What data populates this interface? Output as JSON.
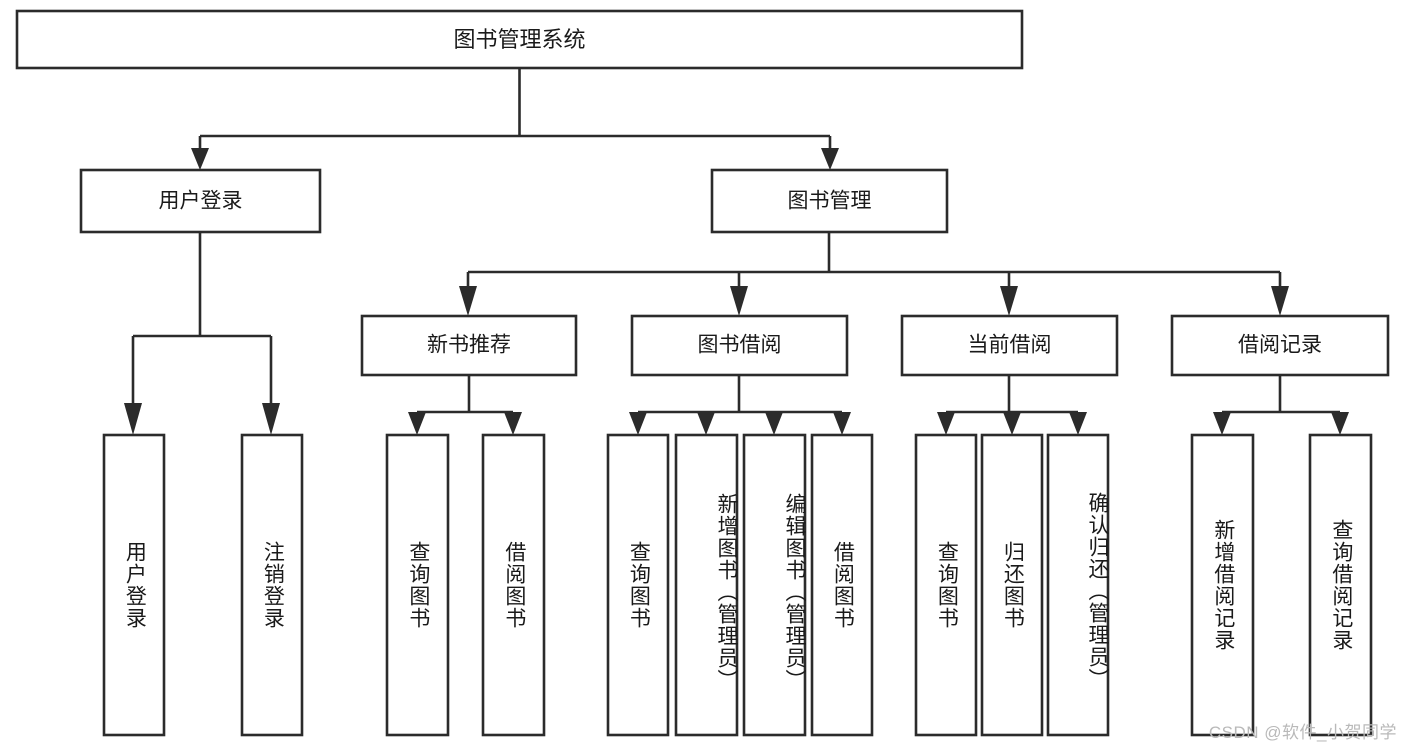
{
  "diagram": {
    "type": "tree-hierarchy",
    "title_node": {
      "id": "root",
      "label": "图书管理系统"
    },
    "level1": [
      {
        "id": "user-login",
        "label": "用户登录"
      },
      {
        "id": "book-manage",
        "label": "图书管理"
      }
    ],
    "level2": [
      {
        "id": "new-book-recommend",
        "label": "新书推荐",
        "parent": "book-manage"
      },
      {
        "id": "book-borrow",
        "label": "图书借阅",
        "parent": "book-manage"
      },
      {
        "id": "current-borrow",
        "label": "当前借阅",
        "parent": "book-manage"
      },
      {
        "id": "borrow-record",
        "label": "借阅记录",
        "parent": "book-manage"
      }
    ],
    "leaves": {
      "user-login": [
        {
          "id": "leaf-user-login",
          "label": "用户登录"
        },
        {
          "id": "leaf-logout-login",
          "label": "注销登录"
        }
      ],
      "new-book-recommend": [
        {
          "id": "leaf-query-book-1",
          "label": "查询图书"
        },
        {
          "id": "leaf-borrow-book-1",
          "label": "借阅图书"
        }
      ],
      "book-borrow": [
        {
          "id": "leaf-query-book-2",
          "label": "查询图书"
        },
        {
          "id": "leaf-add-book",
          "label": "新增图书（管理员）"
        },
        {
          "id": "leaf-edit-book",
          "label": "编辑图书（管理员）"
        },
        {
          "id": "leaf-borrow-book-2",
          "label": "借阅图书"
        }
      ],
      "current-borrow": [
        {
          "id": "leaf-query-book-3",
          "label": "查询图书"
        },
        {
          "id": "leaf-return-book",
          "label": "归还图书"
        },
        {
          "id": "leaf-confirm-return",
          "label": "确认归还（管理员）"
        }
      ],
      "borrow-record": [
        {
          "id": "leaf-add-borrow-record",
          "label": "新增借阅记录"
        },
        {
          "id": "leaf-query-borrow-record",
          "label": "查询借阅记录"
        }
      ]
    }
  },
  "watermark": {
    "text": "CSDN @软件_小贺同学"
  },
  "colors": {
    "stroke": "#2b2b2b",
    "fill": "#ffffff",
    "text": "#1a1a1a",
    "watermark": "#b9b9b9"
  }
}
